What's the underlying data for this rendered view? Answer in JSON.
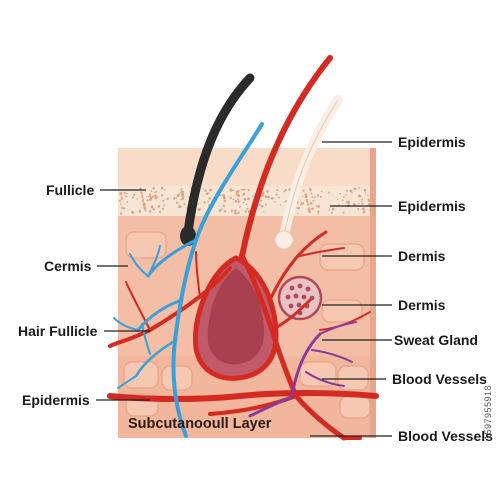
{
  "labels": {
    "left": [
      "Fullicle",
      "Cermis",
      "Hair Fullicle",
      "Epidermis"
    ],
    "right": [
      "Epidermis",
      "Epidermis",
      "Dermis",
      "Dermis",
      "Sweat Gland",
      "Blood Vessels",
      "Blood Vessels"
    ],
    "bottom_layer": "Subcutanooull Layer"
  },
  "stock_id": "1597955918",
  "colors": {
    "epidermis_top": "#f6d6c2",
    "dermis": "#f3b8a0",
    "subcutaneous": "#f2b99f",
    "artery": "#d42a22",
    "vein": "#3aa0d8",
    "dark_hair": "#2a2a2a",
    "gland": "#b04a5a",
    "leader_line": "#222222"
  }
}
